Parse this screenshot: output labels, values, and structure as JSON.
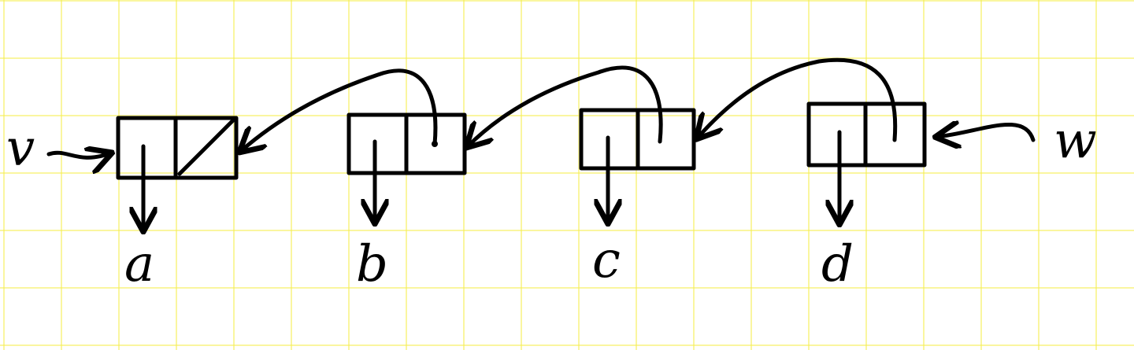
{
  "diagram": {
    "pointers": {
      "head": "v",
      "tail": "w"
    },
    "nodes": [
      {
        "value": "a",
        "next": "null"
      },
      {
        "value": "b",
        "next": "a"
      },
      {
        "value": "c",
        "next": "b"
      },
      {
        "value": "d",
        "next": "c"
      }
    ],
    "colors": {
      "ink": "#000000",
      "paper": "#ffffff",
      "grid": "#f5ee50"
    }
  }
}
